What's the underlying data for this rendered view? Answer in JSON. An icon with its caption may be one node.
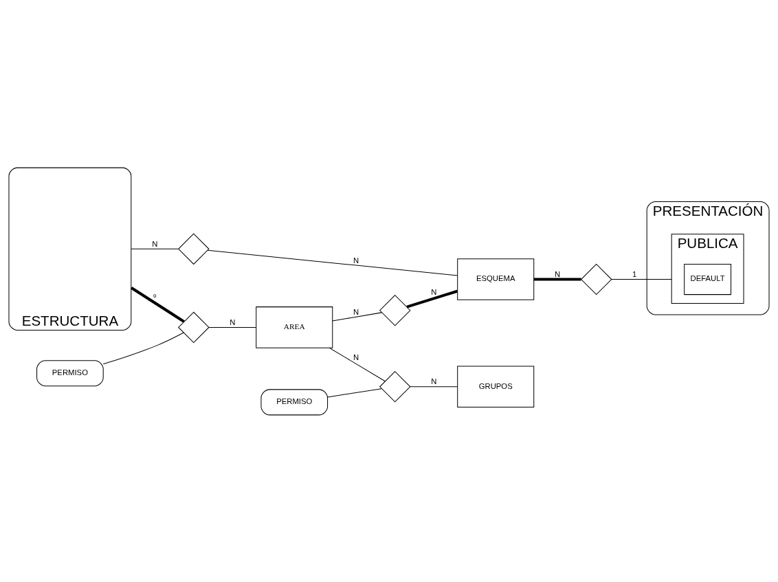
{
  "diagram": {
    "nodes": [
      {
        "text": [
          "ESTRUCTURA"
        ]
      },
      {
        "text": [],
        "shape": "diamond"
      },
      {
        "text": [
          "PERMISO"
        ]
      },
      {
        "text": [],
        "shape": "diamond"
      },
      {
        "text": [
          "ESQUEMA"
        ]
      },
      {
        "text": [
          "PRESENTACIÓN"
        ]
      },
      {
        "text": [
          "PUBLICA"
        ],
        "in": 5
      },
      {
        "text": [
          "DEFAULT"
        ],
        "in": 6
      },
      {
        "text": [],
        "shape": "diamond"
      },
      {
        "text": [
          "AREA"
        ]
      },
      {
        "text": [],
        "shape": "diamond"
      },
      {
        "text": [
          "PERMISO"
        ]
      },
      {
        "text": [],
        "shape": "diamond"
      },
      {
        "text": [
          "GRUPOS"
        ]
      }
    ],
    "edges": [
      {
        "from": 0,
        "to": 1,
        "arrow": "none",
        "label": "N"
      },
      {
        "from": 1,
        "to": 4,
        "arrow": "none",
        "label": "N"
      },
      {
        "from": 0,
        "to": 3,
        "arrow": "none",
        "label": "º",
        "style": "thick"
      },
      {
        "from": 2,
        "to": 3,
        "arrow": "none"
      },
      {
        "from": 3,
        "to": 9,
        "arrow": "none",
        "label": "N"
      },
      {
        "from": 9,
        "to": 8,
        "arrow": "none",
        "label": "N"
      },
      {
        "from": 8,
        "to": 4,
        "arrow": "none",
        "label": "N",
        "style": "thick"
      },
      {
        "from": 4,
        "to": 10,
        "arrow": "none",
        "label": "N",
        "style": "thick"
      },
      {
        "from": 10,
        "to": 6,
        "arrow": "none",
        "label": "1"
      },
      {
        "from": 9,
        "to": 12,
        "arrow": "none",
        "label": "N"
      },
      {
        "from": 11,
        "to": 12,
        "arrow": "none"
      },
      {
        "from": 12,
        "to": 13,
        "arrow": "none",
        "label": "N"
      }
    ]
  }
}
